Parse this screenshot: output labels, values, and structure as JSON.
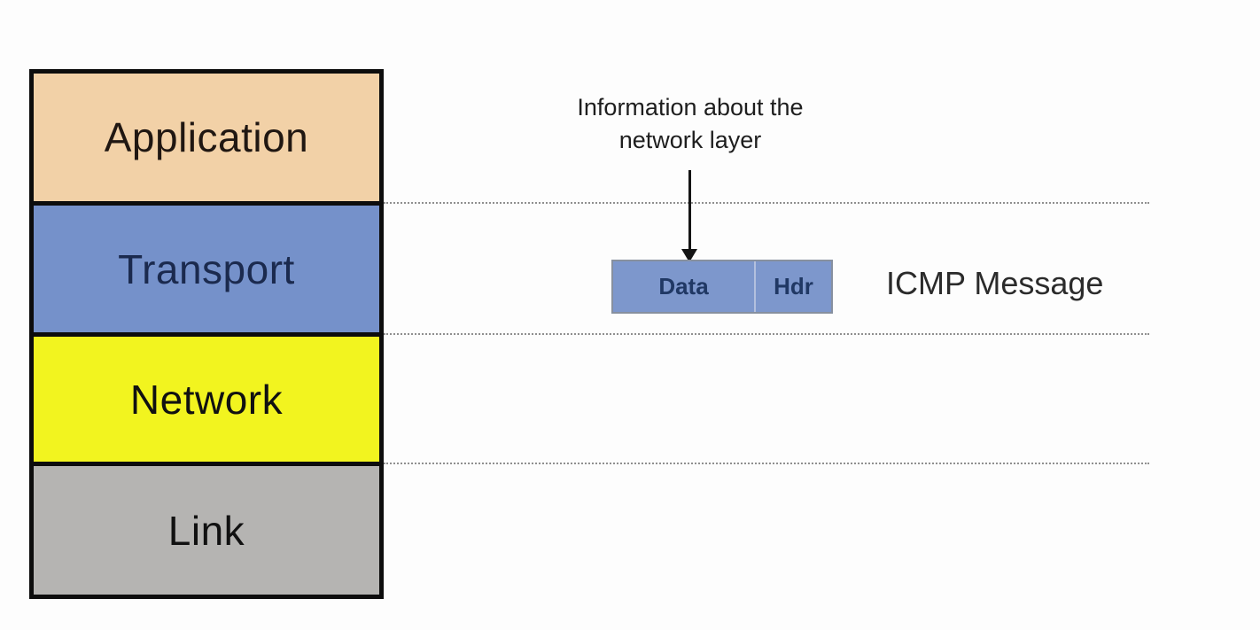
{
  "stack": {
    "layers": [
      {
        "label": "Application",
        "fill": "#F2D1A7",
        "text_color": "#201712"
      },
      {
        "label": "Transport",
        "fill": "#7591CA",
        "text_color": "#1B2A4E"
      },
      {
        "label": "Network",
        "fill": "#F2F41F",
        "text_color": "#111111"
      },
      {
        "label": "Link",
        "fill": "#B5B4B2",
        "text_color": "#111111"
      }
    ],
    "border_color": "#0D0D0D"
  },
  "annotation": {
    "line1": "Information about the",
    "line2": "network layer"
  },
  "message_box": {
    "data_label": "Data",
    "hdr_label": "Hdr",
    "fill": "#7D97CC",
    "border_color": "#87909F",
    "text_color": "#203864"
  },
  "icmp_label": "ICMP Message",
  "colors": {
    "boundary_line": "#8F8F8F",
    "arrow": "#141414",
    "background": "#FDFDFD"
  }
}
